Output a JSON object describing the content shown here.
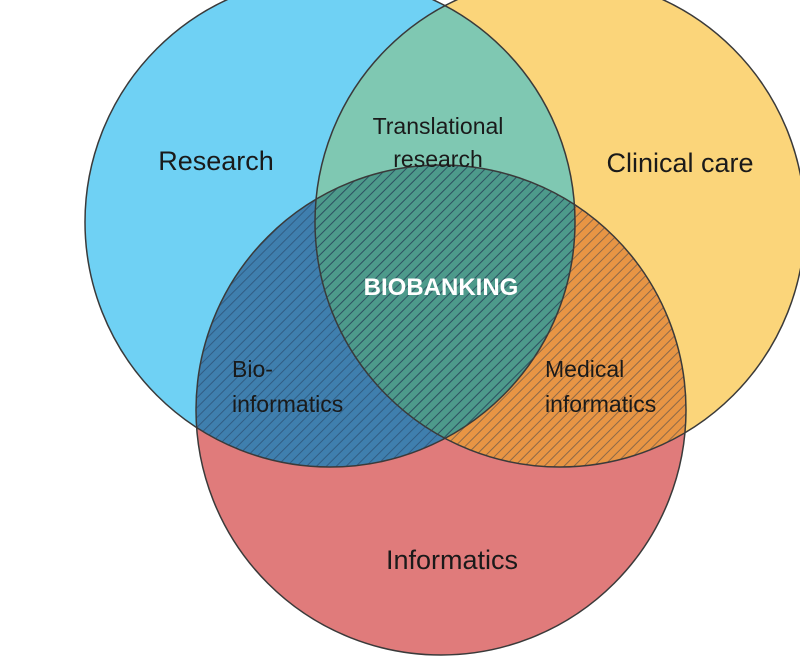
{
  "diagram": {
    "type": "venn-3",
    "sets": [
      {
        "label": "Research",
        "color": "#6fd1f4"
      },
      {
        "label": "Clinical care",
        "color": "#fbd57a"
      },
      {
        "label": "Informatics",
        "color": "#e07b7b"
      }
    ],
    "overlaps": {
      "research_clinical": [
        "Translational",
        "research"
      ],
      "research_informatics": [
        "Bio-",
        "informatics"
      ],
      "clinical_informatics": [
        "Medical",
        "informatics"
      ],
      "center": "BIOBANKING"
    },
    "colors": {
      "research_clinical": "#7fc8b2",
      "research_informatics": "#3f7fae",
      "clinical_informatics": "#e89544",
      "center": "#4d9a8b",
      "hatch": "#1f3350",
      "outline": "#3a3a3a"
    }
  }
}
